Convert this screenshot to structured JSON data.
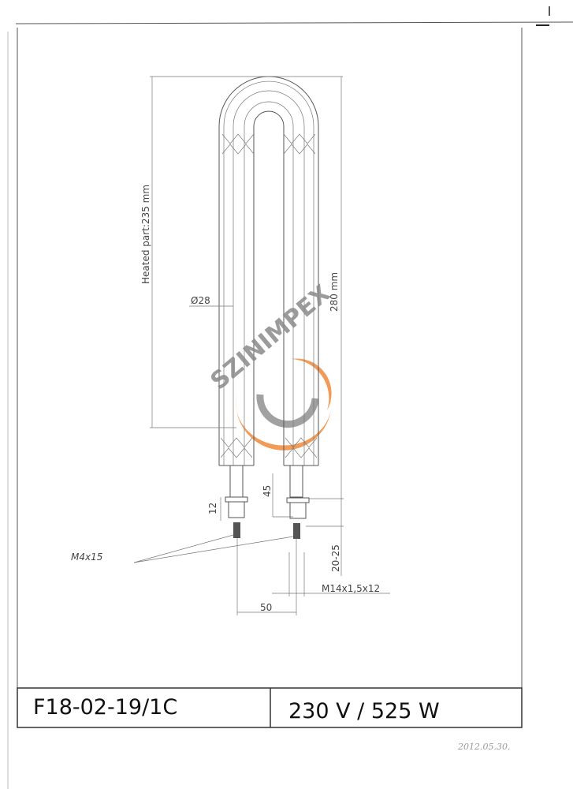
{
  "drawing": {
    "heated_part_label": "Heated part:235 mm",
    "total_length_label": "280 mm",
    "diameter_label": "Ø28",
    "nut_height_label": "12",
    "thread_offset_label": "45",
    "terminal_length_label": "20-25",
    "terminal_screw_label": "M4x15",
    "thread_label": "M14x1,5x12",
    "spacing_label": "50"
  },
  "watermark": {
    "text": "SZINIMPEX",
    "colors": {
      "orange": "#f08a3c",
      "grey": "#8a8a8a"
    }
  },
  "title_block": {
    "part_number": "F18-02-19/1C",
    "rating": "230 V / 525 W"
  },
  "handwritten_date": "2012.05.30."
}
